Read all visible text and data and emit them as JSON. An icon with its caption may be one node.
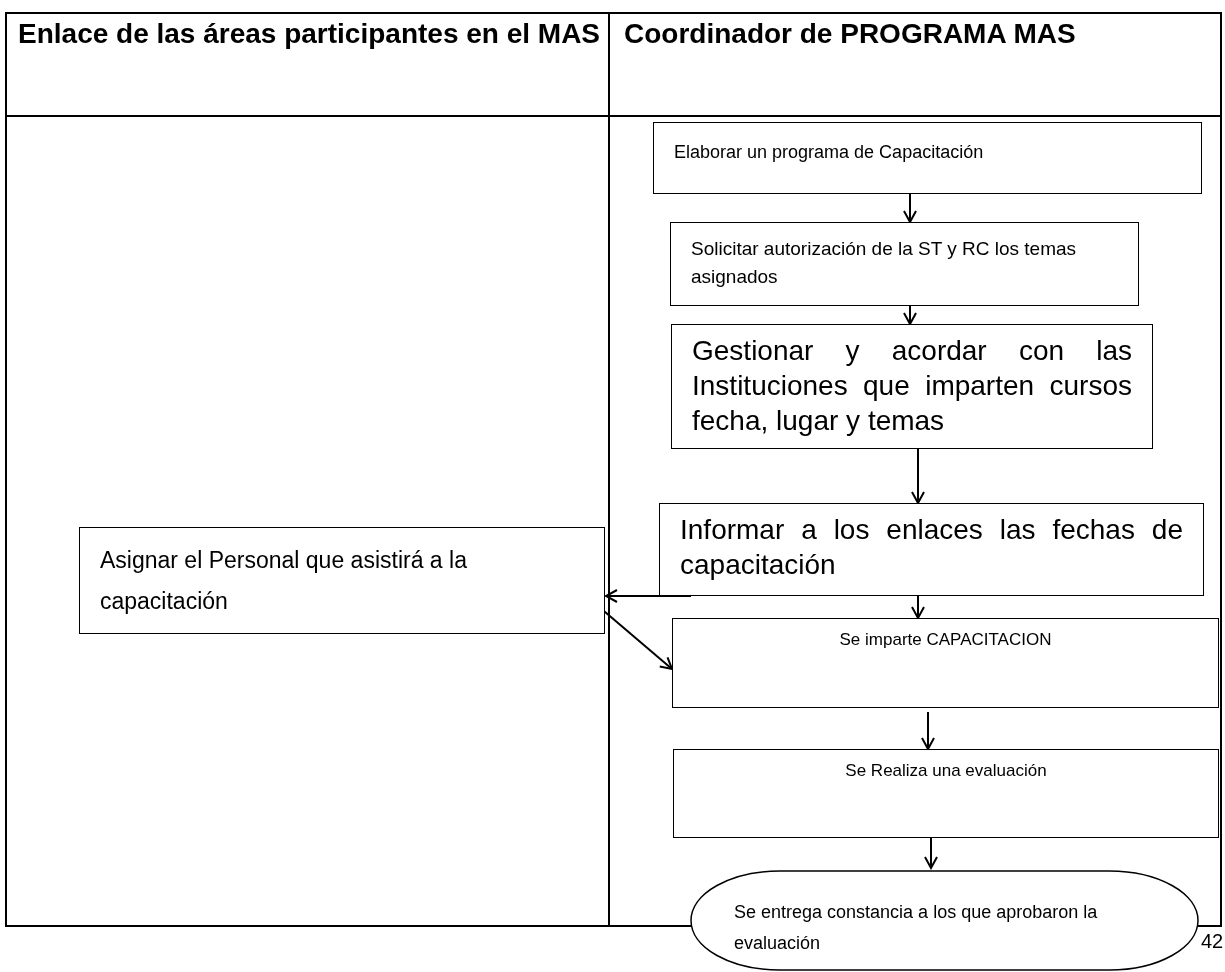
{
  "diagram": {
    "nodes": [
      {
        "text": [
          "Elaborar un programa de Capacitación"
        ]
      },
      {
        "text": [
          "Solicitar autorización de la ST y RC los temas asignados"
        ]
      },
      {
        "text": [
          "Gestionar y acordar con las Instituciones que imparten cursos fecha, lugar y temas"
        ]
      },
      {
        "text": [
          "Informar a los enlaces las fechas de capacitación"
        ]
      },
      {
        "text": [
          "Asignar el Personal que asistirá a la capacitación"
        ]
      },
      {
        "text": [
          "Se imparte CAPACITACION"
        ]
      },
      {
        "text": [
          "Se Realiza una evaluación"
        ]
      },
      {
        "text": [
          "Se entrega constancia a los que aprobaron la evaluación"
        ]
      }
    ],
    "edges": [
      {
        "from": 0,
        "to": 1,
        "arrow": "to"
      },
      {
        "from": 1,
        "to": 2,
        "arrow": "to"
      },
      {
        "from": 2,
        "to": 3,
        "arrow": "to"
      },
      {
        "from": 3,
        "to": 4,
        "arrow": "to"
      },
      {
        "from": 4,
        "to": 5,
        "arrow": "to"
      },
      {
        "from": 3,
        "to": 5,
        "arrow": "to"
      },
      {
        "from": 5,
        "to": 6,
        "arrow": "to"
      },
      {
        "from": 6,
        "to": 7,
        "arrow": "to"
      }
    ],
    "labels": [
      "Enlace de las áreas participantes en el MAS",
      "Coordinador de PROGRAMA MAS",
      "42"
    ]
  }
}
